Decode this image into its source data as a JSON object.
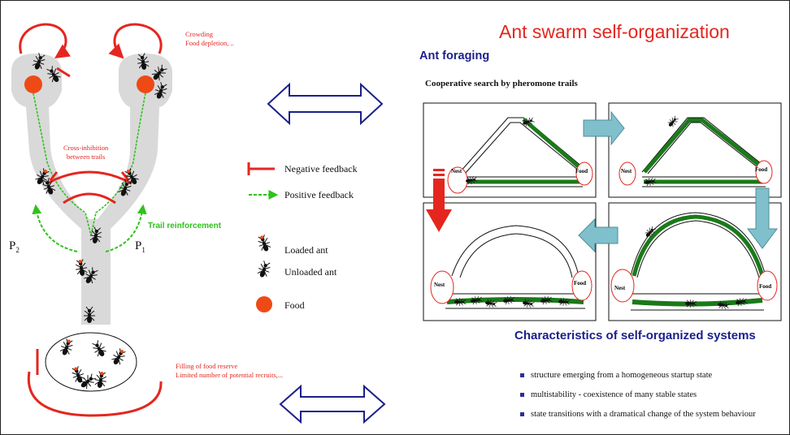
{
  "title": "Ant swarm self-organization",
  "section_heading": "Ant foraging",
  "subheading": "Cooperative search by pheromone trails",
  "panel_labels": {
    "nest": "Nest",
    "food": "Food"
  },
  "left_diagram": {
    "crowding_note": "Crowding\nFood depletion, ..",
    "cross_inhibition": "Cross-inhibition\nbetween trails",
    "trail_reinforcement": "Trail reinforcement",
    "p2_main": "P",
    "p2_sub": "2",
    "p1_main": "P",
    "p1_sub": "1",
    "reserve_note": "Filling of food reserve\nLimited number of potential recruits,..."
  },
  "legend": {
    "negative_feedback": "Negative feedback",
    "positive_feedback": "Positive feedback",
    "loaded_ant": "Loaded ant",
    "unloaded_ant": "Unloaded ant",
    "food": "Food"
  },
  "characteristics": {
    "heading": "Characteristics of self-organized systems",
    "items": [
      "structure emerging from a homogeneous startup state",
      "multistability - coexistence of many stable states",
      "state transitions with a dramatical change of the system behaviour"
    ]
  },
  "colors": {
    "title_red": "#e4261f",
    "navy": "#1b1f8a",
    "trail_green": "#2fc21b",
    "trail_dark_green": "#1a7a18",
    "arrow_teal": "#7fc0cc",
    "food_orange": "#ee4a16",
    "channel_gray": "#d9d9d9"
  }
}
